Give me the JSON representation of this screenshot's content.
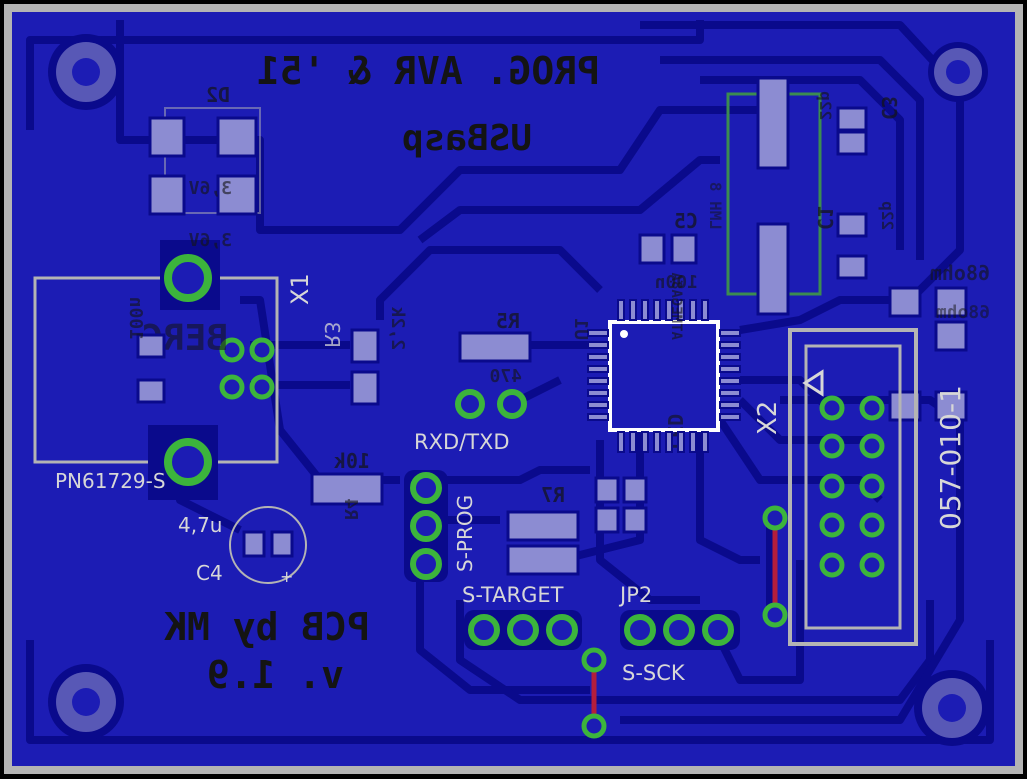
{
  "board": {
    "title_mirrored_line1": "PROG. AVR & '51",
    "title_mirrored_line2": "USBasp",
    "credit_mirrored": "PCB by MK",
    "version_mirrored": "v. 1.9",
    "colors": {
      "background": "#000000",
      "outline": "#b4b4b4",
      "copper": "#1c1cb4",
      "copper_trace": "#0a0a8c",
      "pad": "#8c8cd2",
      "via_ring": "#3cb43c",
      "silk": "#d7d7d7",
      "top_trace": "#b41e3c",
      "component_outline": "#3c8c50"
    }
  },
  "labels": {
    "d2": "D2",
    "d2_value": "3,6V",
    "d2_value_b": "3,6V",
    "connector_x1": "X1",
    "x1_part": "PN61729-S",
    "berg_logo": "BERG",
    "r3": "R3",
    "r3_value": "2,2k",
    "r5": "R5",
    "r5_value": "470",
    "rxd_txd": "RXD/TXD",
    "r4": "R4",
    "r4_value": "10k",
    "s_prog": "S-PROG",
    "c4": "C4",
    "c4_value": "4,7u",
    "r7": "R7",
    "s_target": "S-TARGET",
    "jp2": "JP2",
    "s_sck": "S-SCK",
    "led": "LED",
    "c5": "C5",
    "c5_value": "100n",
    "smd_label": "LMH 8",
    "u1": "U1",
    "u1_part": "ATMEGA8A",
    "c3": "C3",
    "c3_value": "22p",
    "c1": "C1",
    "c1_value": "22p",
    "r_68_a": "68ohm",
    "r_68_b": "68ohm",
    "x2": "X2",
    "x2_part": "057-010-1",
    "c100n_left": "100n"
  }
}
